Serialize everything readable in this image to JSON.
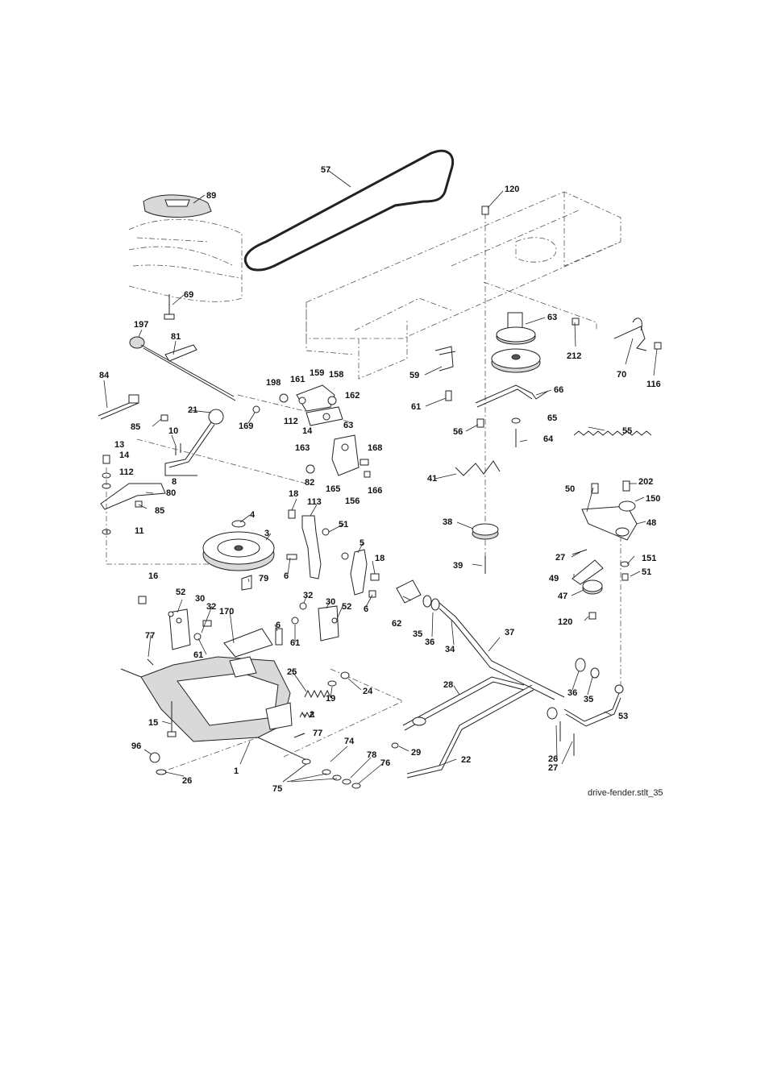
{
  "caption": "drive-fender.stlt_35",
  "callouts": [
    "57",
    "89",
    "120",
    "69",
    "63",
    "212",
    "70",
    "116",
    "197",
    "81",
    "59",
    "84",
    "198",
    "161",
    "159",
    "158",
    "162",
    "61",
    "66",
    "21",
    "169",
    "85",
    "112",
    "14",
    "63",
    "65",
    "56",
    "64",
    "55",
    "163",
    "10",
    "168",
    "13",
    "14",
    "112",
    "82",
    "165",
    "166",
    "156",
    "8",
    "80",
    "41",
    "85",
    "50",
    "202",
    "150",
    "11",
    "18",
    "113",
    "4",
    "3",
    "51",
    "5",
    "48",
    "38",
    "27",
    "18",
    "151",
    "51",
    "6",
    "6",
    "79",
    "39",
    "49",
    "62",
    "47",
    "16",
    "52",
    "30",
    "32",
    "32",
    "30",
    "52",
    "6",
    "170",
    "35",
    "36",
    "120",
    "61",
    "61",
    "37",
    "34",
    "77",
    "36",
    "35",
    "25",
    "19",
    "24",
    "28",
    "2",
    "53",
    "15",
    "77",
    "26",
    "27",
    "29",
    "96",
    "74",
    "1",
    "78",
    "76",
    "22",
    "26",
    "75"
  ]
}
